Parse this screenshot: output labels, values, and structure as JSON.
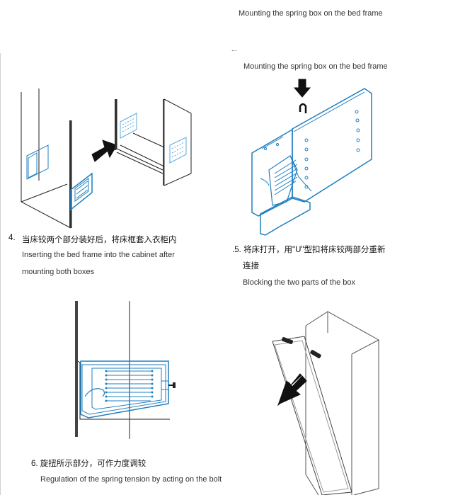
{
  "top_caption": "Mounting the spring box on the bed frame",
  "panel_right_top": {
    "marker": "...",
    "caption": "Mounting the spring box on the bed frame"
  },
  "step4": {
    "number": "4.",
    "title_cn": "当床铰两个部分装好后，将床框套入衣柜内",
    "desc_line1": "Inserting the bed frame into the cabinet after",
    "desc_line2": "mounting both boxes"
  },
  "step5": {
    "title_cn_line1": ".5. 将床打开，用\"U\"型扣将床铰两部分重新",
    "title_cn_line2": "连接",
    "desc": "Blocking the two parts of the box"
  },
  "step6": {
    "title_cn": "6. 旋扭所示部分，可作力度调较",
    "desc": "Regulation of the spring tension by acting on the bolt"
  },
  "colors": {
    "line": "#222222",
    "blue": "#1f7fc0",
    "blue_light": "#5aa9dc"
  }
}
